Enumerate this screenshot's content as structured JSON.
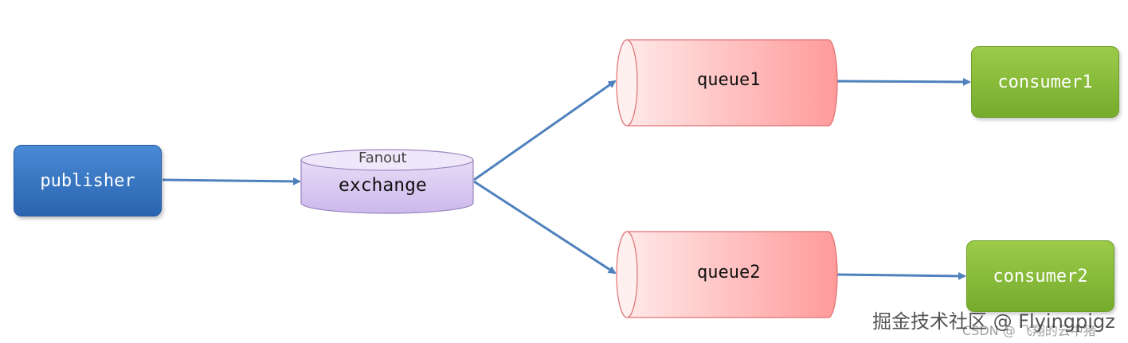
{
  "nodes": {
    "publisher": "publisher",
    "exchange_type": "Fanout",
    "exchange": "exchange",
    "queue1": "queue1",
    "queue2": "queue2",
    "consumer1": "consumer1",
    "consumer2": "consumer2"
  },
  "edges": [
    {
      "from": "publisher",
      "to": "exchange"
    },
    {
      "from": "exchange",
      "to": "queue1"
    },
    {
      "from": "exchange",
      "to": "queue2"
    },
    {
      "from": "queue1",
      "to": "consumer1"
    },
    {
      "from": "queue2",
      "to": "consumer2"
    }
  ],
  "watermark": {
    "line1": "掘金技术社区 @ Flyingpigz",
    "line2": "CSDN @ 飞翔的云中猪"
  },
  "colors": {
    "publisher": "#3a78c9",
    "consumer": "#8bbd3c",
    "queue": "#ff9c9c",
    "exchange": "#d6c4ee",
    "arrow": "#4f81bd"
  }
}
